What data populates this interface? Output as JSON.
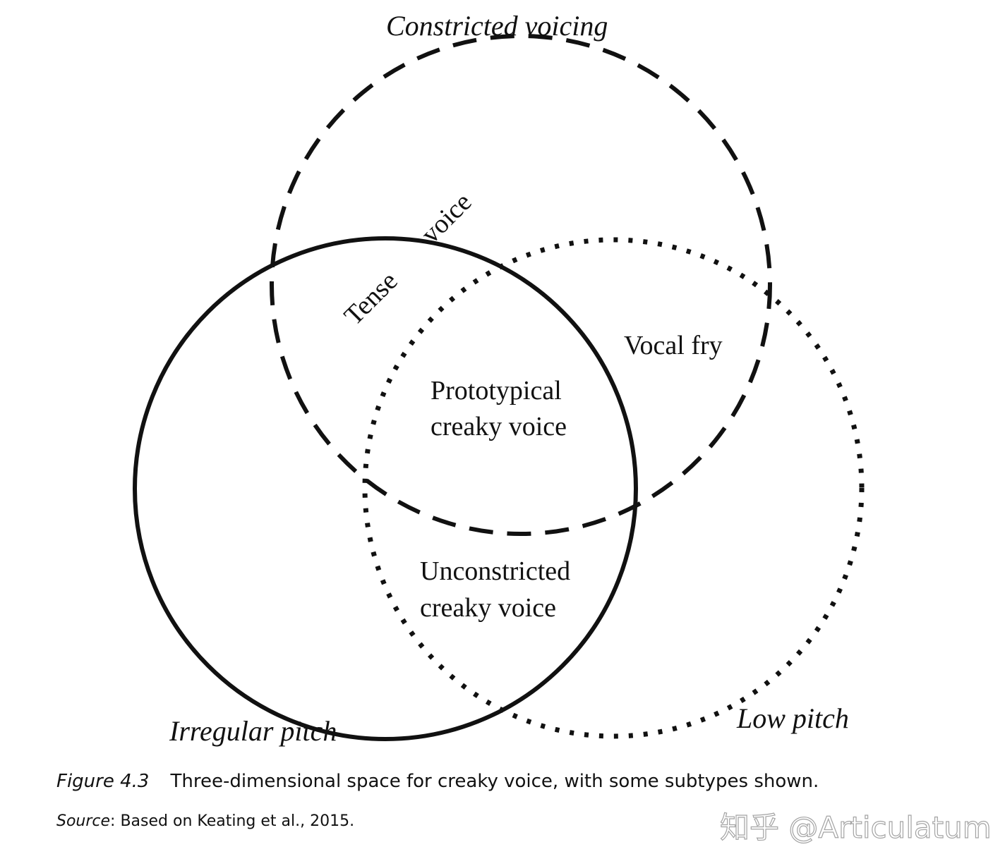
{
  "diagram": {
    "circles": [
      {
        "label": "Constricted voicing",
        "line_style": "dashed"
      },
      {
        "label": "Irregular pitch",
        "line_style": "solid"
      },
      {
        "label": "Low pitch",
        "line_style": "dotted"
      }
    ],
    "regions": {
      "tense_word_1": "Tense",
      "tense_word_2": "voice",
      "vocal_fry": "Vocal fry",
      "prototypical_line_1": "Prototypical",
      "prototypical_line_2": "creaky voice",
      "unconstricted_line_1": "Unconstricted",
      "unconstricted_line_2": "creaky voice"
    }
  },
  "caption": {
    "figure_number": "Figure 4.3",
    "text": "Three-dimensional space for creaky voice, with some subtypes shown."
  },
  "source": {
    "label": "Source",
    "text": ": Based on Keating et al., 2015."
  },
  "watermark": "知乎 @Articulatum"
}
